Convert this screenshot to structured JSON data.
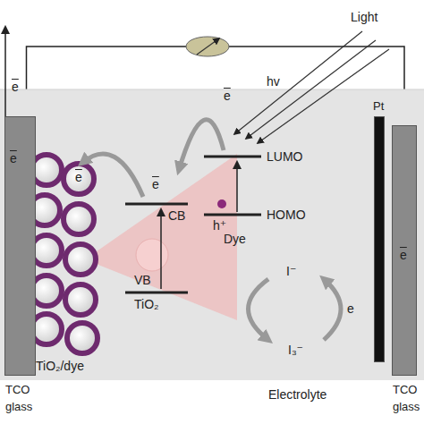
{
  "diagram": {
    "nodes": [
      {
        "text": [
          "TCO glass"
        ]
      },
      {
        "text": [
          "Pt"
        ]
      },
      {
        "text": [
          "TCO glass"
        ]
      }
    ],
    "edges": [
      {
        "from": 0,
        "to": 2,
        "arrow": "none"
      }
    ],
    "labels": [
      "e",
      "e",
      "e",
      "e",
      "e",
      "Light",
      "hv",
      "LUMO",
      "HOMO",
      "h⁺",
      "Dye",
      "CB",
      "VB",
      "TiO₂",
      "TiO₂/dye",
      "I⁻",
      "I₃⁻",
      "e",
      "Electrolyte",
      "e"
    ]
  }
}
